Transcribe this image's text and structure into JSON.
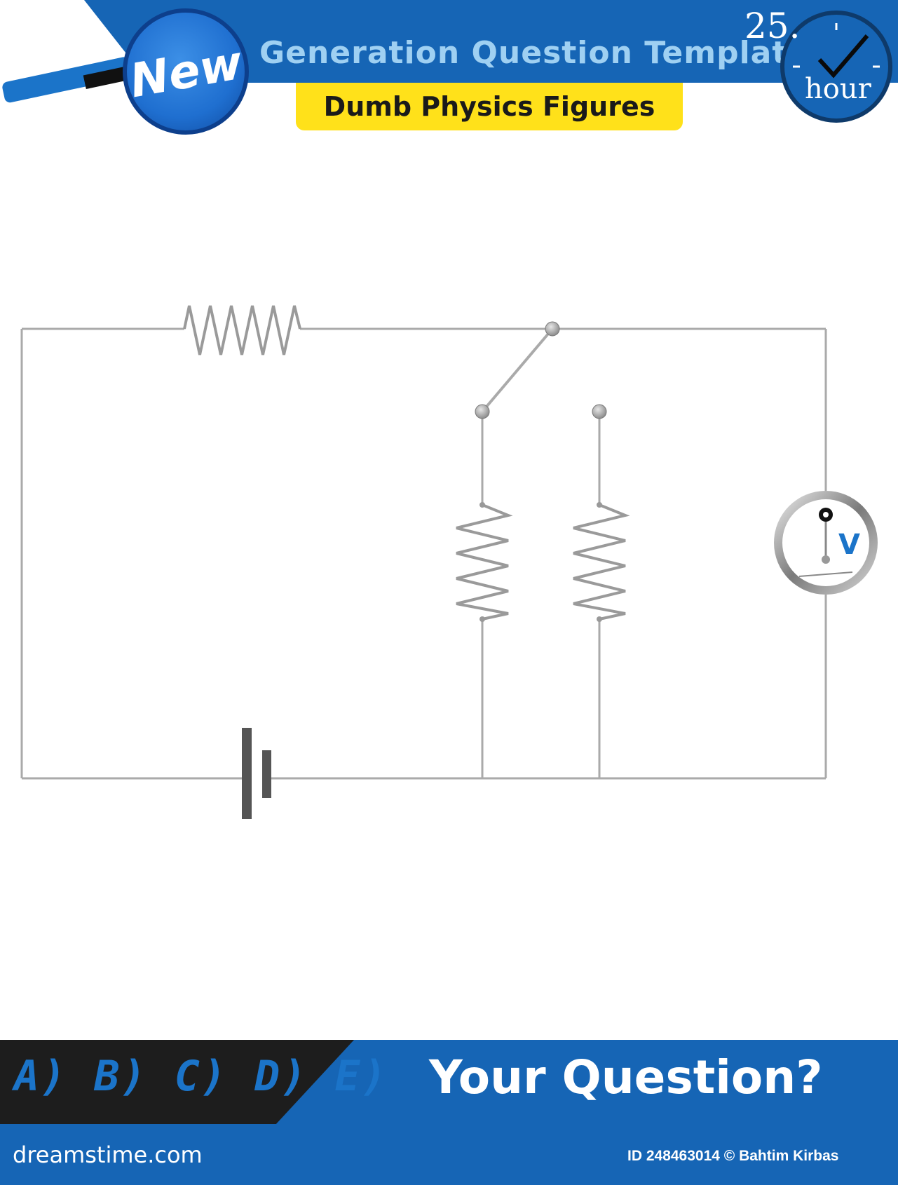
{
  "header": {
    "title": "Generation Question Template",
    "subtitle": "Dumb Physics Figures",
    "badge": "New",
    "clock_number": "25.",
    "clock_unit": "hour"
  },
  "circuit": {
    "voltmeter_label": "V",
    "components": [
      "series-resistor",
      "switch",
      "parallel-resistor-left",
      "parallel-resistor-right",
      "battery",
      "voltmeter"
    ]
  },
  "footer": {
    "options": "A) B) C) D) E)",
    "prompt": "Your Question?",
    "site": "dreamstime.com",
    "credit": "ID 248463014 © Bahtim Kirbas"
  },
  "colors": {
    "brand_blue": "#1665b5",
    "banner_yellow": "#ffe11a",
    "wire_gray": "#aaaaaa"
  }
}
